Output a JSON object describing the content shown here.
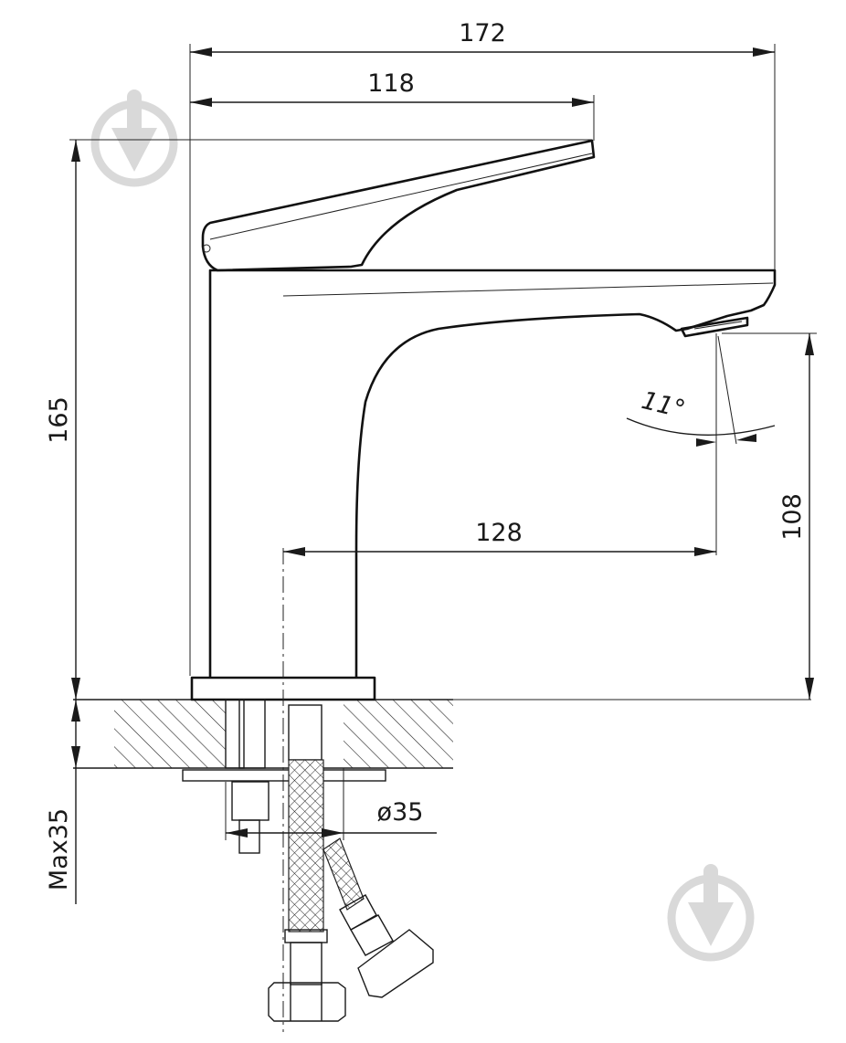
{
  "dimensions": {
    "total_length": "172",
    "handle_length": "118",
    "total_height": "165",
    "spout_reach": "128",
    "spout_height": "108",
    "spray_angle": "11°",
    "hole_diameter": "ø35",
    "max_counter_thickness": "Max35"
  },
  "icons": {
    "watermark": "drop-logo-icon"
  },
  "colors": {
    "line": "#1a1a1a",
    "watermark": "#d9d9d9",
    "background": "#ffffff"
  }
}
